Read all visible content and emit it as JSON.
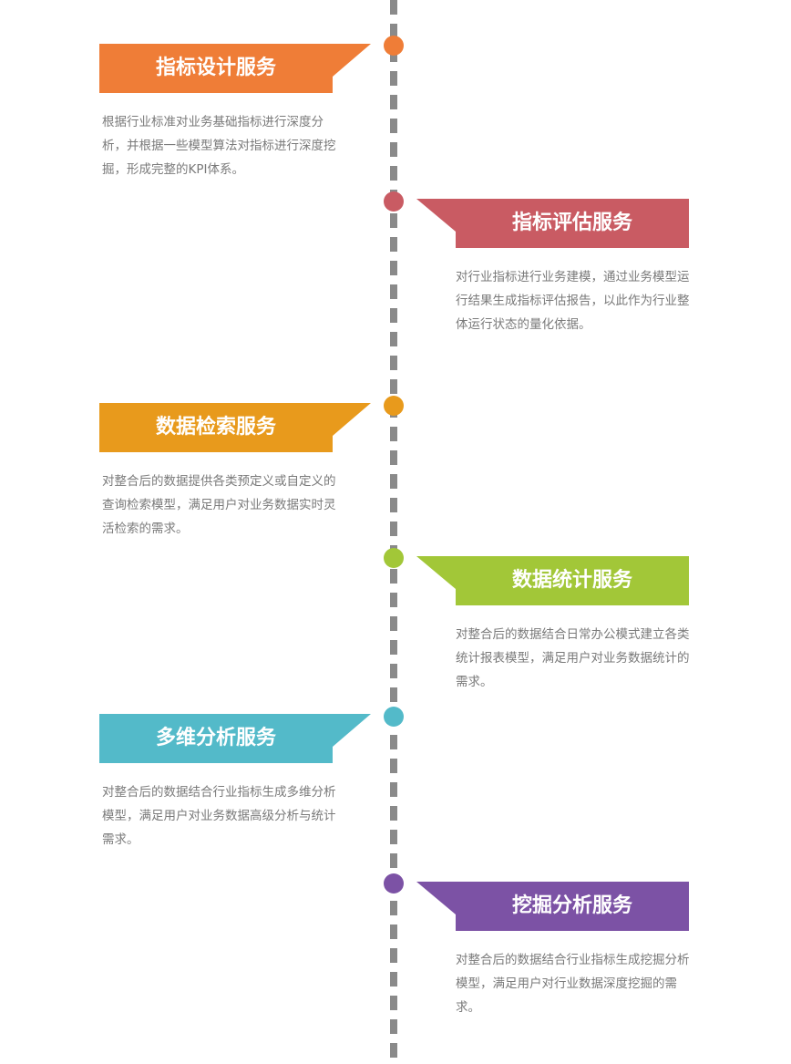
{
  "colors": {
    "orange": "#ef7d37",
    "red": "#c95b63",
    "amber": "#e89a1c",
    "lime": "#a2c738",
    "cyan": "#53bac9",
    "purple": "#7c52a5",
    "timeline": "#8a8a8a",
    "text": "#7a7a7a"
  },
  "services": [
    {
      "title": "指标设计服务",
      "description": "根据行业标准对业务基础指标进行深度分析，并根据一些模型算法对指标进行深度挖掘，形成完整的KPI体系。",
      "side": "left",
      "color": "#ef7d37"
    },
    {
      "title": "指标评估服务",
      "description": "对行业指标进行业务建模，通过业务模型运行结果生成指标评估报告，以此作为行业整体运行状态的量化依据。",
      "side": "right",
      "color": "#c95b63"
    },
    {
      "title": "数据检索服务",
      "description": "对整合后的数据提供各类预定义或自定义的查询检索模型，满足用户对业务数据实时灵活检索的需求。",
      "side": "left",
      "color": "#e89a1c"
    },
    {
      "title": "数据统计服务",
      "description": "对整合后的数据结合日常办公模式建立各类统计报表模型，满足用户对业务数据统计的需求。",
      "side": "right",
      "color": "#a2c738"
    },
    {
      "title": "多维分析服务",
      "description": "对整合后的数据结合行业指标生成多维分析模型，满足用户对业务数据高级分析与统计需求。",
      "side": "left",
      "color": "#53bac9"
    },
    {
      "title": "挖掘分析服务",
      "description": "对整合后的数据结合行业指标生成挖掘分析模型，满足用户对行业数据深度挖掘的需求。",
      "side": "right",
      "color": "#7c52a5"
    }
  ]
}
